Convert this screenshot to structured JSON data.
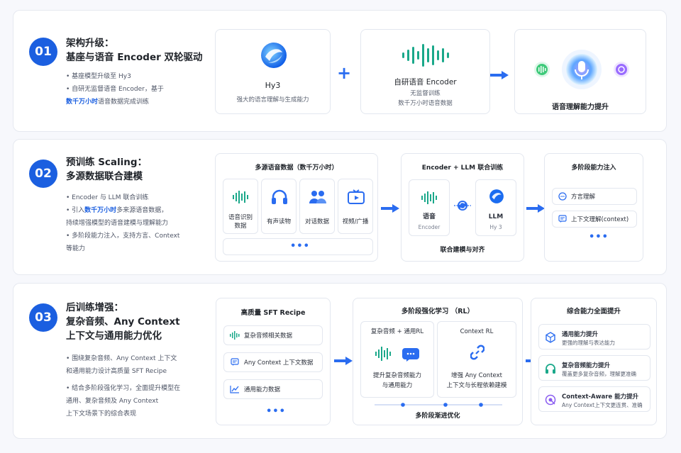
{
  "row1": {
    "num": "01",
    "title1": "架构升级：",
    "title2": "基座与语音 Encoder 双轮驱动",
    "b1": "• 基座模型升级至 Hy3",
    "b2": "• 自研无监督语音 Encoder，基于",
    "b3_hl": "数千万小时",
    "b3_rest": "语音数据完成训练",
    "card1_title": "Hy3",
    "card1_sub": "强大的语言理解与生成能力",
    "card2_title": "自研语音 Encoder",
    "card2_sub1": "无监督训练",
    "card2_sub2": "数千万小时语音数据",
    "card3_title": "语音理解能力提升",
    "plus": "+"
  },
  "row2": {
    "num": "02",
    "title1": "预训练 Scaling：",
    "title2": "多源数据联合建模",
    "b1": "• Encoder 与 LLM 联合训练",
    "b2_pre": "• 引入",
    "b2_hl": "数千万小时",
    "b2_rest": "多来源语音数据，",
    "b3": "持续增强模型的语音建模与理解能力",
    "b4": "• 多阶段能力注入，支持方言、Context",
    "b5": "等能力",
    "card1_title": "多源语音数据（数千万小时）",
    "tiles": [
      "语音识别\n数据",
      "有声读物",
      "对话数据",
      "视频/广播"
    ],
    "dots": "•••",
    "card2_title": "Encoder + LLM 联合训练",
    "enc_label": "语音",
    "enc_sub": "Encoder",
    "llm_label": "LLM",
    "llm_sub": "Hy 3",
    "card2_cap": "联合建模与对齐",
    "card3_title": "多阶段能力注入",
    "pill1": "方言理解",
    "pill2": "上下文理解(context)"
  },
  "row3": {
    "num": "03",
    "title1": "后训练增强：",
    "title2": "复杂音频、Any Context",
    "title3": "上下文与通用能力优化",
    "b1": "• 围绕复杂音频、Any Context 上下文",
    "b2": "和通用能力设计高质量 SFT Recipe",
    "b3": "• 结合多阶段强化学习，全面提升模型在",
    "b4": "通用、复杂音频及 Any Context",
    "b5": "上下文场景下的综合表现",
    "card1_title": "高质量 SFT Recipe",
    "sft": [
      "复杂音频相关数据",
      "Any Context 上下文数据",
      "通用能力数据"
    ],
    "dots": "•••",
    "card2_title": "多阶段强化学习 （RL）",
    "rl1_title": "复杂音频 + 通用RL",
    "rl1_sub1": "提升复杂音频能力",
    "rl1_sub2": "与通用能力",
    "rl2_title": "Context RL",
    "rl2_sub1": "增强 Any Context",
    "rl2_sub2": "上下文与长程依赖建模",
    "card2_cap": "多阶段渐进优化",
    "card3_title": "综合能力全面提升",
    "caps": [
      {
        "t": "通用能力提升",
        "s": "更强的理解与表达能力"
      },
      {
        "t": "复杂音频能力提升",
        "s": "覆盖更多复杂音频，理解更准确"
      },
      {
        "t": "Context-Aware 能力提升",
        "s": "Any Context上下文更连贯、准确"
      }
    ]
  },
  "colors": {
    "accent": "#1b5fe0",
    "text": "#1f2329",
    "muted": "#5a6170"
  }
}
